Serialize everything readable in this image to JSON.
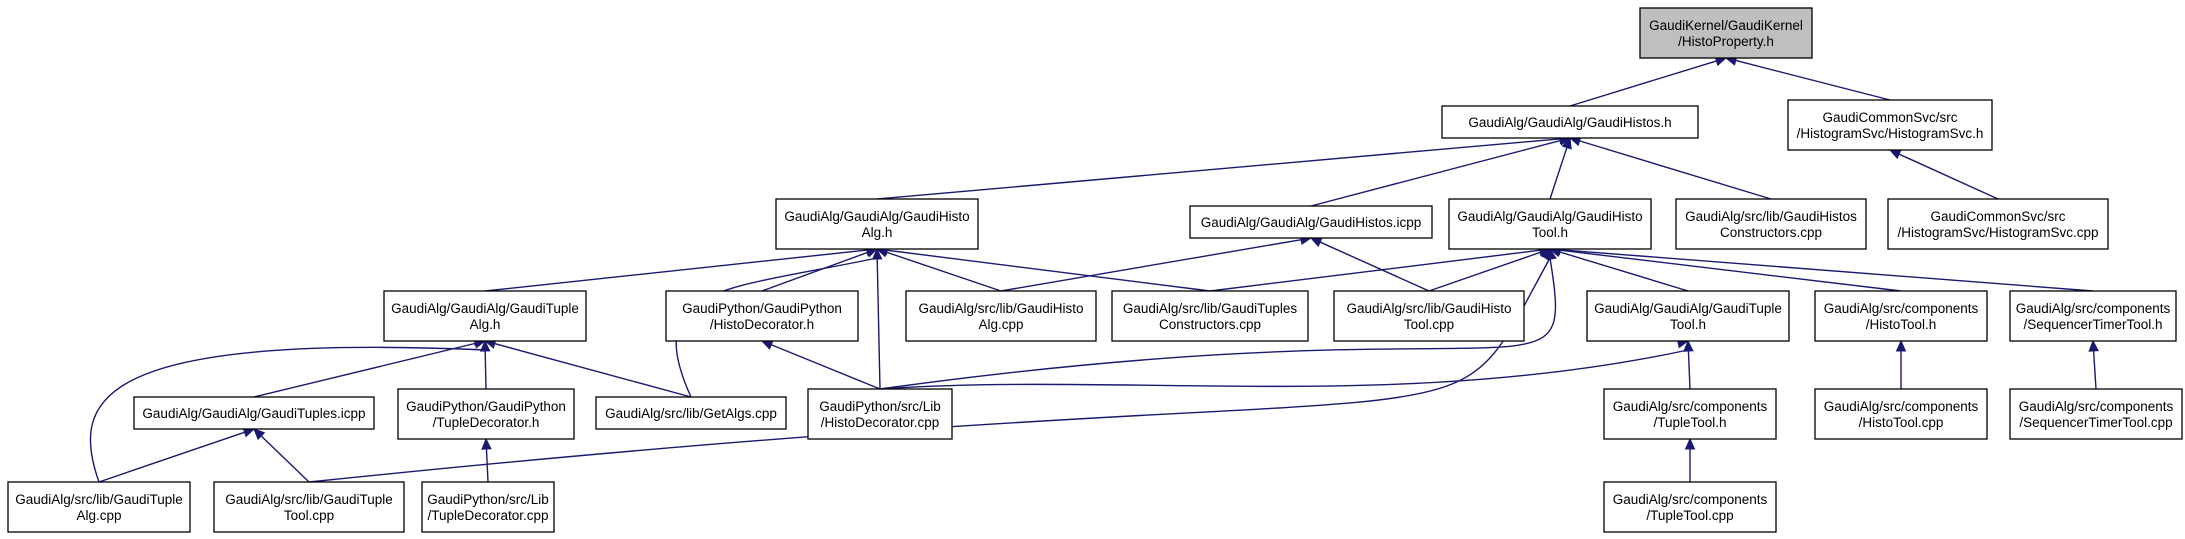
{
  "colors": {
    "edge": "#191970",
    "root_fill": "#bfbfbf",
    "node_fill": "#ffffff",
    "border": "#000000"
  },
  "nodes": [
    {
      "id": "histoproperty_h",
      "lines": [
        "GaudiKernel/GaudiKernel",
        "/HistoProperty.h"
      ],
      "root": true
    },
    {
      "id": "gaudihistos_h",
      "lines": [
        "GaudiAlg/GaudiAlg/GaudiHistos.h"
      ]
    },
    {
      "id": "histogramsvc_h",
      "lines": [
        "GaudiCommonSvc/src",
        "/HistogramSvc/HistogramSvc.h"
      ]
    },
    {
      "id": "gaudihistoalg_h",
      "lines": [
        "GaudiAlg/GaudiAlg/GaudiHisto",
        "Alg.h"
      ]
    },
    {
      "id": "gaudihistos_icpp",
      "lines": [
        "GaudiAlg/GaudiAlg/GaudiHistos.icpp"
      ]
    },
    {
      "id": "gaudihistotool_h",
      "lines": [
        "GaudiAlg/GaudiAlg/GaudiHisto",
        "Tool.h"
      ]
    },
    {
      "id": "gaudihistosconstructors_cpp",
      "lines": [
        "GaudiAlg/src/lib/GaudiHistos",
        "Constructors.cpp"
      ]
    },
    {
      "id": "histogramsvc_cpp",
      "lines": [
        "GaudiCommonSvc/src",
        "/HistogramSvc/HistogramSvc.cpp"
      ]
    },
    {
      "id": "gaudituplealg_h",
      "lines": [
        "GaudiAlg/GaudiAlg/GaudiTuple",
        "Alg.h"
      ]
    },
    {
      "id": "histodecorator_h",
      "lines": [
        "GaudiPython/GaudiPython",
        "/HistoDecorator.h"
      ]
    },
    {
      "id": "gaudihistoalg_cpp",
      "lines": [
        "GaudiAlg/src/lib/GaudiHisto",
        "Alg.cpp"
      ]
    },
    {
      "id": "gaudituplesconstructors_cpp",
      "lines": [
        "GaudiAlg/src/lib/GaudiTuples",
        "Constructors.cpp"
      ]
    },
    {
      "id": "gaudihistotool_cpp",
      "lines": [
        "GaudiAlg/src/lib/GaudiHisto",
        "Tool.cpp"
      ]
    },
    {
      "id": "gauditupletool_h",
      "lines": [
        "GaudiAlg/GaudiAlg/GaudiTuple",
        "Tool.h"
      ]
    },
    {
      "id": "histotool_h",
      "lines": [
        "GaudiAlg/src/components",
        "/HistoTool.h"
      ]
    },
    {
      "id": "sequencertimertool_h",
      "lines": [
        "GaudiAlg/src/components",
        "/SequencerTimerTool.h"
      ]
    },
    {
      "id": "gaudituples_icpp",
      "lines": [
        "GaudiAlg/GaudiAlg/GaudiTuples.icpp"
      ]
    },
    {
      "id": "tupledecorator_h",
      "lines": [
        "GaudiPython/GaudiPython",
        "/TupleDecorator.h"
      ]
    },
    {
      "id": "getalgs_cpp",
      "lines": [
        "GaudiAlg/src/lib/GetAlgs.cpp"
      ]
    },
    {
      "id": "histodecorator_cpp",
      "lines": [
        "GaudiPython/src/Lib",
        "/HistoDecorator.cpp"
      ]
    },
    {
      "id": "tupletool_h",
      "lines": [
        "GaudiAlg/src/components",
        "/TupleTool.h"
      ]
    },
    {
      "id": "histotool_cpp",
      "lines": [
        "GaudiAlg/src/components",
        "/HistoTool.cpp"
      ]
    },
    {
      "id": "sequencertimertool_cpp",
      "lines": [
        "GaudiAlg/src/components",
        "/SequencerTimerTool.cpp"
      ]
    },
    {
      "id": "gaudituplealg_cpp",
      "lines": [
        "GaudiAlg/src/lib/GaudiTuple",
        "Alg.cpp"
      ]
    },
    {
      "id": "gauditupletool_cpp",
      "lines": [
        "GaudiAlg/src/lib/GaudiTuple",
        "Tool.cpp"
      ]
    },
    {
      "id": "tupledecorator_cpp",
      "lines": [
        "GaudiPython/src/Lib",
        "/TupleDecorator.cpp"
      ]
    },
    {
      "id": "tupletool_cpp",
      "lines": [
        "GaudiAlg/src/components",
        "/TupleTool.cpp"
      ]
    }
  ],
  "edges": [
    {
      "from": "gaudihistos_h",
      "to": "histoproperty_h"
    },
    {
      "from": "histogramsvc_h",
      "to": "histoproperty_h"
    },
    {
      "from": "histogramsvc_cpp",
      "to": "histogramsvc_h"
    },
    {
      "from": "gaudihistoalg_h",
      "to": "gaudihistos_h"
    },
    {
      "from": "gaudihistos_icpp",
      "to": "gaudihistos_h"
    },
    {
      "from": "gaudihistotool_h",
      "to": "gaudihistos_h"
    },
    {
      "from": "gaudihistosconstructors_cpp",
      "to": "gaudihistos_h"
    },
    {
      "from": "gaudituplealg_h",
      "to": "gaudihistoalg_h"
    },
    {
      "from": "histodecorator_h",
      "to": "gaudihistoalg_h"
    },
    {
      "from": "gaudihistoalg_cpp",
      "to": "gaudihistoalg_h"
    },
    {
      "from": "gaudituplesconstructors_cpp",
      "to": "gaudihistoalg_h"
    },
    {
      "from": "getalgs_cpp",
      "to": "gaudihistoalg_h"
    },
    {
      "from": "histodecorator_cpp",
      "to": "gaudihistoalg_h"
    },
    {
      "from": "gaudihistoalg_cpp",
      "to": "gaudihistos_icpp"
    },
    {
      "from": "gaudihistotool_cpp",
      "to": "gaudihistos_icpp"
    },
    {
      "from": "gaudituplesconstructors_cpp",
      "to": "gaudihistotool_h"
    },
    {
      "from": "gaudihistotool_cpp",
      "to": "gaudihistotool_h"
    },
    {
      "from": "gauditupletool_h",
      "to": "gaudihistotool_h"
    },
    {
      "from": "histotool_h",
      "to": "gaudihistotool_h"
    },
    {
      "from": "sequencertimertool_h",
      "to": "gaudihistotool_h"
    },
    {
      "from": "histodecorator_cpp",
      "to": "gaudihistotool_h"
    },
    {
      "from": "gauditupletool_cpp",
      "to": "gaudihistotool_h"
    },
    {
      "from": "gaudituples_icpp",
      "to": "gaudituplealg_h"
    },
    {
      "from": "tupledecorator_h",
      "to": "gaudituplealg_h"
    },
    {
      "from": "getalgs_cpp",
      "to": "gaudituplealg_h"
    },
    {
      "from": "gaudituplealg_cpp",
      "to": "gaudituplealg_h"
    },
    {
      "from": "histodecorator_cpp",
      "to": "histodecorator_h"
    },
    {
      "from": "histodecorator_cpp",
      "to": "gauditupletool_h"
    },
    {
      "from": "tupletool_h",
      "to": "gauditupletool_h"
    },
    {
      "from": "histotool_cpp",
      "to": "histotool_h"
    },
    {
      "from": "sequencertimertool_cpp",
      "to": "sequencertimertool_h"
    },
    {
      "from": "gaudituplealg_cpp",
      "to": "gaudituples_icpp"
    },
    {
      "from": "gauditupletool_cpp",
      "to": "gaudituples_icpp"
    },
    {
      "from": "tupledecorator_cpp",
      "to": "tupledecorator_h"
    },
    {
      "from": "tupletool_cpp",
      "to": "tupletool_h"
    }
  ]
}
